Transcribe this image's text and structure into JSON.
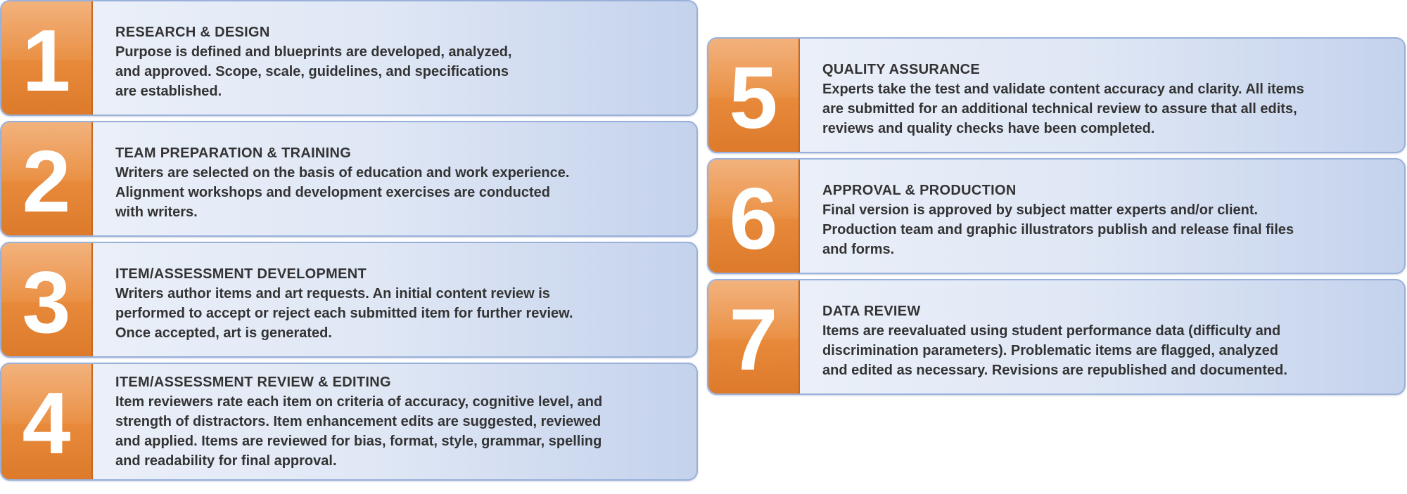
{
  "steps": [
    {
      "number": "1",
      "title": "RESEARCH & DESIGN",
      "description": "Purpose is defined and blueprints are developed, analyzed,\nand approved. Scope, scale, guidelines, and specifications\nare established."
    },
    {
      "number": "2",
      "title": "TEAM PREPARATION & TRAINING",
      "description": "Writers are selected on the basis of education and work experience.\nAlignment workshops and development exercises are conducted\nwith writers."
    },
    {
      "number": "3",
      "title": "ITEM/ASSESSMENT DEVELOPMENT",
      "description": "Writers author items and art requests. An initial content review is\nperformed to accept or reject each submitted item for further review.\nOnce accepted, art is generated."
    },
    {
      "number": "4",
      "title": "ITEM/ASSESSMENT REVIEW & EDITING",
      "description": "Item reviewers rate each item on criteria of accuracy, cognitive level, and\nstrength of distractors. Item enhancement edits are suggested, reviewed\nand applied. Items are reviewed for bias, format, style, grammar, spelling\nand readability for final approval."
    },
    {
      "number": "5",
      "title": "QUALITY ASSURANCE",
      "description": "Experts take the test and validate content accuracy and clarity. All items\nare submitted for an additional technical review to assure that all edits,\nreviews and quality checks have been completed."
    },
    {
      "number": "6",
      "title": "APPROVAL & PRODUCTION",
      "description": "Final version is approved by subject matter experts and/or client.\nProduction team and graphic illustrators publish and release final files\nand forms."
    },
    {
      "number": "7",
      "title": "DATA REVIEW",
      "description": "Items are reevaluated using student performance data (difficulty and\ndiscrimination parameters). Problematic items are flagged, analyzed\nand edited as necessary. Revisions are republished and documented."
    }
  ],
  "colors": {
    "number_tab": "#e98b3c",
    "panel_border": "#98b0da",
    "panel_light": "#eef2fa",
    "panel_dark": "#c4d2ec",
    "text": "#333333"
  }
}
